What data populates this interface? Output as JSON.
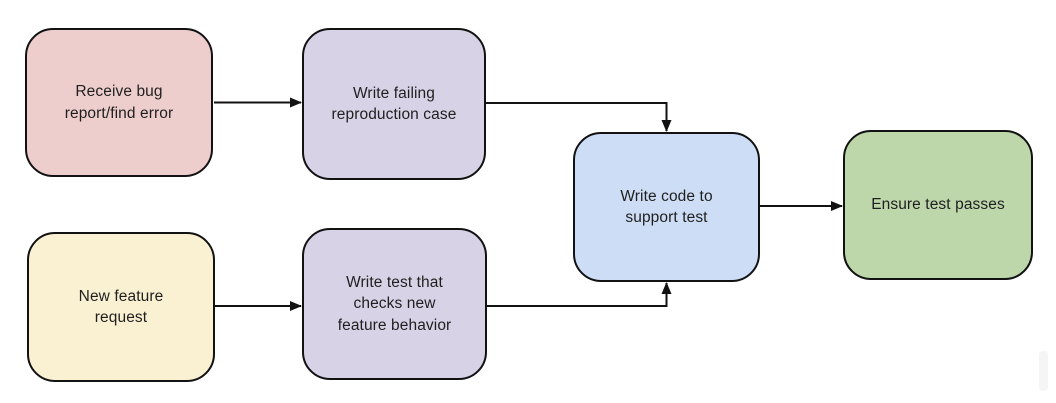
{
  "diagram": {
    "type": "flowchart",
    "background": "#ffffff",
    "edge_color": "#121212",
    "border_color": "#121212",
    "text_color": "#1f1f1f",
    "scrollbar_color": "#f5f5f5",
    "nodes": [
      {
        "id": "bug-report",
        "label": "Receive bug\nreport/find error",
        "fill": "#eecdcd"
      },
      {
        "id": "failing-repro",
        "label": "Write failing\nreproduction case",
        "fill": "#d7d2e6"
      },
      {
        "id": "feature-request",
        "label": "New feature\nrequest",
        "fill": "#faf0d2"
      },
      {
        "id": "write-test",
        "label": "Write test that\nchecks new\nfeature behavior",
        "fill": "#d7d2e6"
      },
      {
        "id": "write-code",
        "label": "Write code to\nsupport test",
        "fill": "#cdddf6"
      },
      {
        "id": "test-passes",
        "label": "Ensure test passes",
        "fill": "#bdd7ab"
      }
    ],
    "edges": [
      {
        "from": "bug-report",
        "to": "failing-repro"
      },
      {
        "from": "feature-request",
        "to": "write-test"
      },
      {
        "from": "failing-repro",
        "to": "write-code"
      },
      {
        "from": "write-test",
        "to": "write-code"
      },
      {
        "from": "write-code",
        "to": "test-passes"
      }
    ]
  }
}
